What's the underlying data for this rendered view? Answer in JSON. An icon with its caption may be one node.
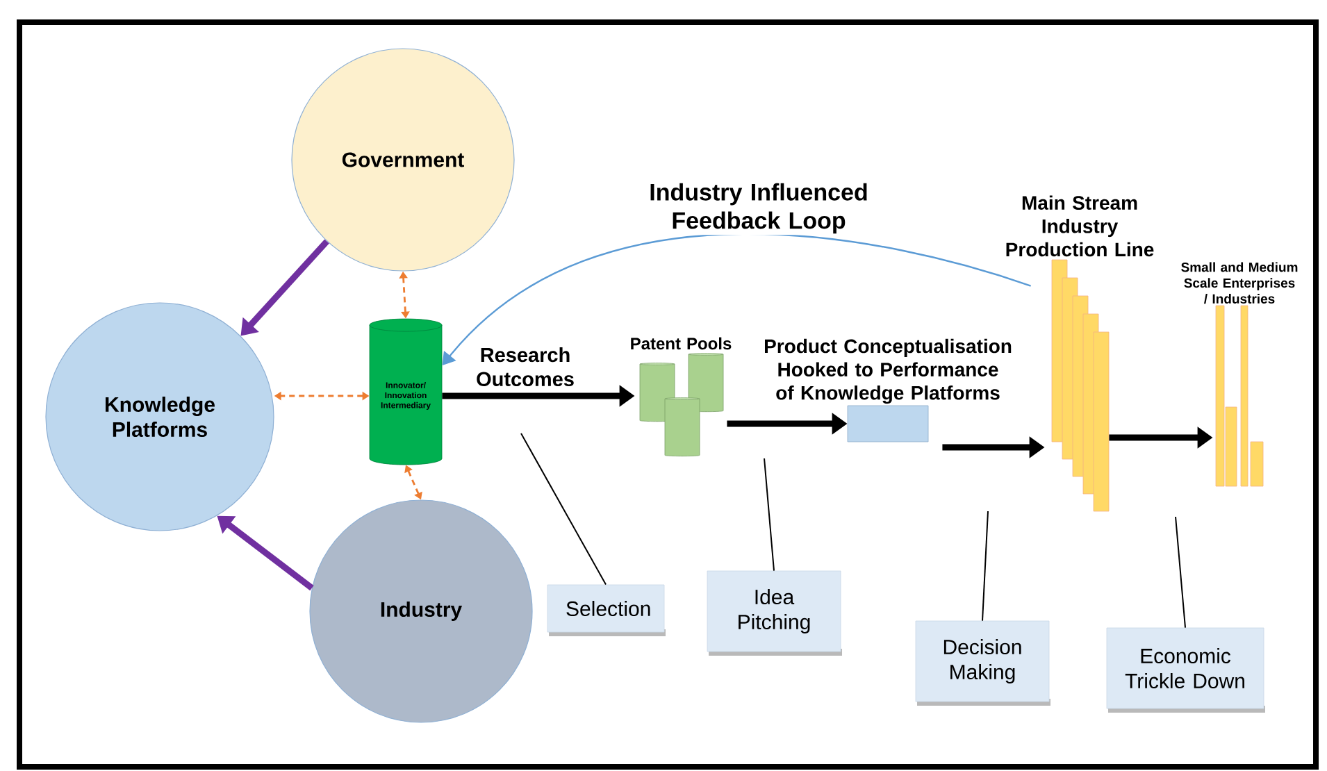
{
  "diagram": {
    "nodes": [
      {
        "text": [
          "Government"
        ]
      },
      {
        "text": [
          "Knowledge Platforms"
        ]
      },
      {
        "text": [
          "Industry"
        ]
      },
      {
        "text": [
          "Innovator/ Innovation Intermediary"
        ]
      },
      {
        "text": [
          "Patent Pools"
        ]
      },
      {
        "text": [
          "Product Conceptualisation Hooked to Performance of Knowledge Platforms"
        ]
      },
      {
        "text": [
          "Main Stream Industry Production Line"
        ]
      },
      {
        "text": [
          "Small and Medium Scale Enterprises / Industries"
        ]
      },
      {
        "text": [
          "Selection"
        ]
      },
      {
        "text": [
          "Idea Pitching"
        ]
      },
      {
        "text": [
          "Decision Making"
        ]
      },
      {
        "text": [
          "Economic Trickle Down"
        ]
      }
    ],
    "edges": [
      {
        "from": 0,
        "to": 1,
        "arrow": "to",
        "style": "thick",
        "color": "#7030a0"
      },
      {
        "from": 2,
        "to": 1,
        "arrow": "to",
        "style": "thick",
        "color": "#7030a0"
      },
      {
        "from": 3,
        "to": 0,
        "arrow": "both",
        "style": "dashed",
        "color": "#ed7d31"
      },
      {
        "from": 3,
        "to": 1,
        "arrow": "both",
        "style": "dashed",
        "color": "#ed7d31"
      },
      {
        "from": 3,
        "to": 2,
        "arrow": "both",
        "style": "dashed",
        "color": "#ed7d31"
      },
      {
        "from": 3,
        "to": 4,
        "arrow": "to",
        "style": "thick",
        "label": "Research Outcomes"
      },
      {
        "from": 4,
        "to": 5,
        "arrow": "to",
        "style": "thick"
      },
      {
        "from": 5,
        "to": 6,
        "arrow": "to",
        "style": "thick"
      },
      {
        "from": 6,
        "to": 7,
        "arrow": "to",
        "style": "thick"
      },
      {
        "from": 6,
        "to": 3,
        "arrow": "to",
        "color": "#5b9bd5",
        "label": "Industry Influenced Feedback Loop"
      },
      {
        "from": 8,
        "to": null,
        "arrow": "none"
      },
      {
        "from": 9,
        "to": null,
        "arrow": "none"
      },
      {
        "from": 10,
        "to": null,
        "arrow": "none"
      },
      {
        "from": 11,
        "to": null,
        "arrow": "none"
      }
    ]
  }
}
